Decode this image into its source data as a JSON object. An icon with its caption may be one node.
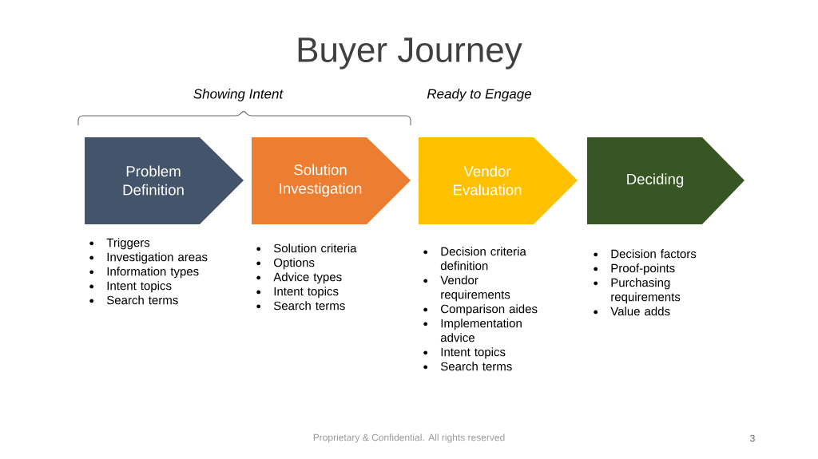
{
  "diagram": {
    "title": "Buyer Journey",
    "nodes": [
      {
        "text": [
          "Problem Definition"
        ],
        "beside": [
          "Triggers",
          "Investigation areas",
          "Information types",
          "Intent topics",
          "Search terms"
        ]
      },
      {
        "text": [
          "Solution Investigation"
        ],
        "beside": [
          "Solution criteria",
          "Options",
          "Advice types",
          "Intent topics",
          "Search terms"
        ]
      },
      {
        "text": [
          "Vendor Evaluation"
        ],
        "beside": [
          "Decision criteria definition",
          "Vendor requirements",
          "Comparison aides",
          "Implementation advice",
          "Intent topics",
          "Search terms"
        ]
      },
      {
        "text": [
          "Deciding"
        ],
        "beside": [
          "Decision factors",
          "Proof-points",
          "Purchasing requirements",
          "Value adds"
        ]
      }
    ],
    "labels": [
      "Showing Intent",
      "Ready to Engage",
      "Proprietary & Confidential. All rights reserved",
      "3"
    ]
  }
}
